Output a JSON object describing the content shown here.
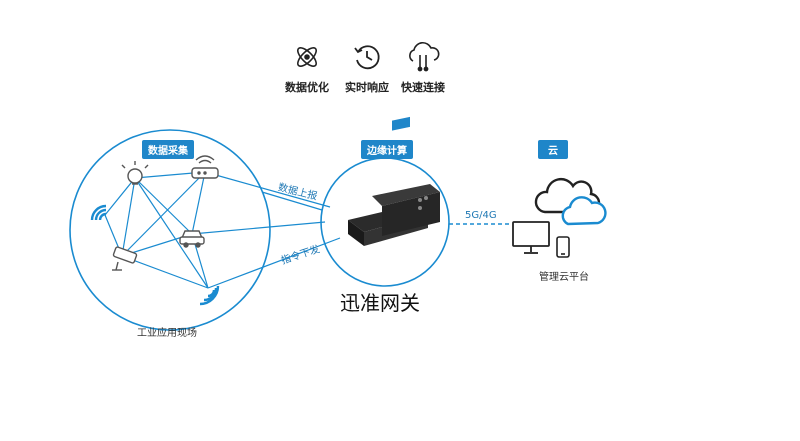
{
  "features": [
    {
      "label": "数据优化",
      "icon": "atom-icon"
    },
    {
      "label": "实时响应",
      "icon": "history-clock-icon"
    },
    {
      "label": "快速连接",
      "icon": "cloud-connect-icon"
    }
  ],
  "sections": {
    "collection": "数据采集",
    "edge": "边缘计算",
    "cloud": "云"
  },
  "links": {
    "upload": "数据上报",
    "command": "指令下发",
    "network": "5G/4G"
  },
  "labels": {
    "field": "工业应用现场",
    "platform": "管理云平台",
    "gateway": "迅准网关"
  },
  "colors": {
    "accent": "#1f86c9",
    "line": "#1a8bd0"
  }
}
